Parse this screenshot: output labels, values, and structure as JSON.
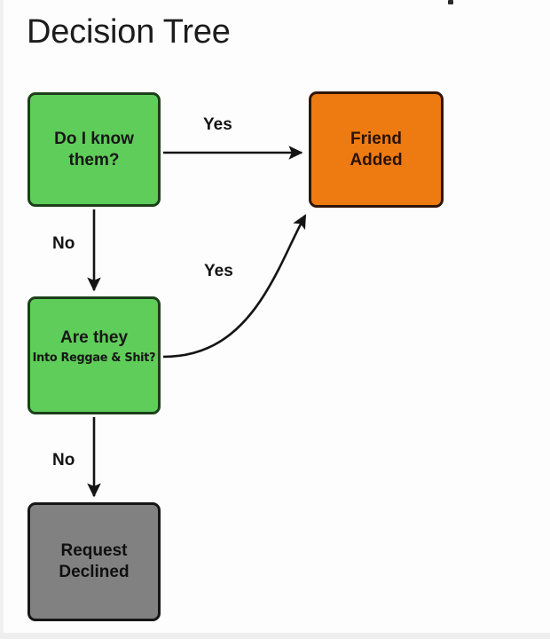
{
  "page": {
    "title": "Decision Tree",
    "background": "#fdfdfd"
  },
  "colors": {
    "decision_fill": "#5FCD59",
    "decision_border": "#1d3f1b",
    "accept_fill": "#ED7B12",
    "accept_border": "#30150a",
    "reject_fill": "#818181",
    "reject_border": "#161616",
    "edge_stroke": "#141414",
    "text": "#171717"
  },
  "chart_data": {
    "type": "diagram",
    "title": "Decision Tree",
    "nodes": [
      {
        "id": "know-them",
        "shape": "rounded-rect",
        "kind": "decision",
        "line1": "Do I know",
        "line2": "them?",
        "fill": "#5FCD59"
      },
      {
        "id": "are-they",
        "shape": "rounded-rect",
        "kind": "decision",
        "line1": "Are they",
        "line2": "Into Reggae & Shit?",
        "fill": "#5FCD59"
      },
      {
        "id": "friend-added",
        "shape": "rounded-rect",
        "kind": "outcome-accept",
        "line1": "Friend",
        "line2": "Added",
        "fill": "#ED7B12"
      },
      {
        "id": "request-declined",
        "shape": "rounded-rect",
        "kind": "outcome-reject",
        "line1": "Request",
        "line2": "Declined",
        "fill": "#818181"
      }
    ],
    "edges": [
      {
        "id": "e1",
        "from": "know-them",
        "to": "friend-added",
        "label": "Yes",
        "style": "straight-horizontal"
      },
      {
        "id": "e2",
        "from": "know-them",
        "to": "are-they",
        "label": "No",
        "style": "straight-vertical"
      },
      {
        "id": "e3",
        "from": "are-they",
        "to": "friend-added",
        "label": "Yes",
        "style": "curved"
      },
      {
        "id": "e4",
        "from": "are-they",
        "to": "request-declined",
        "label": "No",
        "style": "straight-vertical"
      }
    ]
  }
}
